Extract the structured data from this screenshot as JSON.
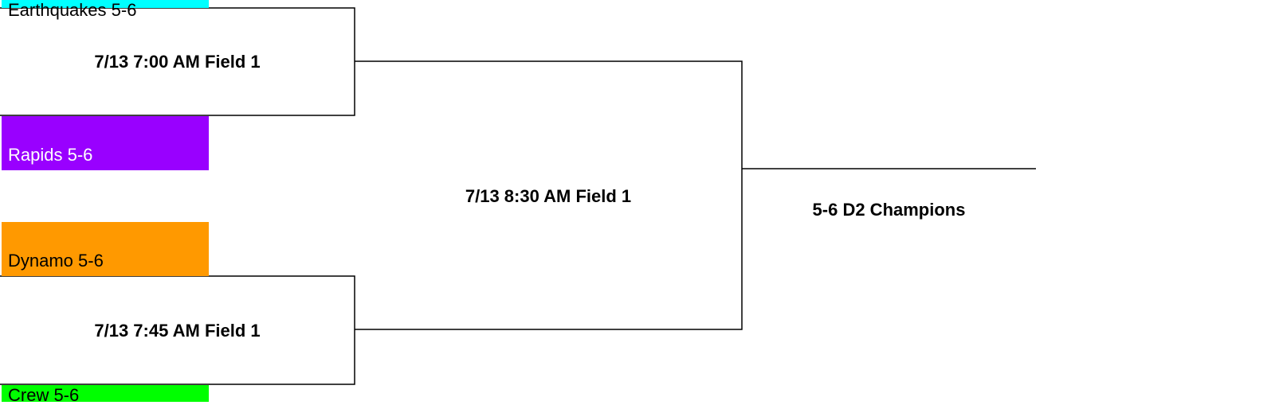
{
  "teams": [
    {
      "name": "Earthquakes 5-6",
      "color": "#00ffff",
      "text_color": "#000000"
    },
    {
      "name": "Rapids 5-6",
      "color": "#9900ff",
      "text_color": "#ffffff"
    },
    {
      "name": "Dynamo 5-6",
      "color": "#ff9900",
      "text_color": "#000000"
    },
    {
      "name": "Crew 5-6",
      "color": "#00ff00",
      "text_color": "#000000"
    }
  ],
  "games": {
    "game1": "7/13 7:00 AM Field 1",
    "game2": "7/13 7:45 AM Field 1",
    "final": "7/13 8:30 AM Field 1"
  },
  "champion_label": "5-6 D2 Champions",
  "line_color": "#000000"
}
